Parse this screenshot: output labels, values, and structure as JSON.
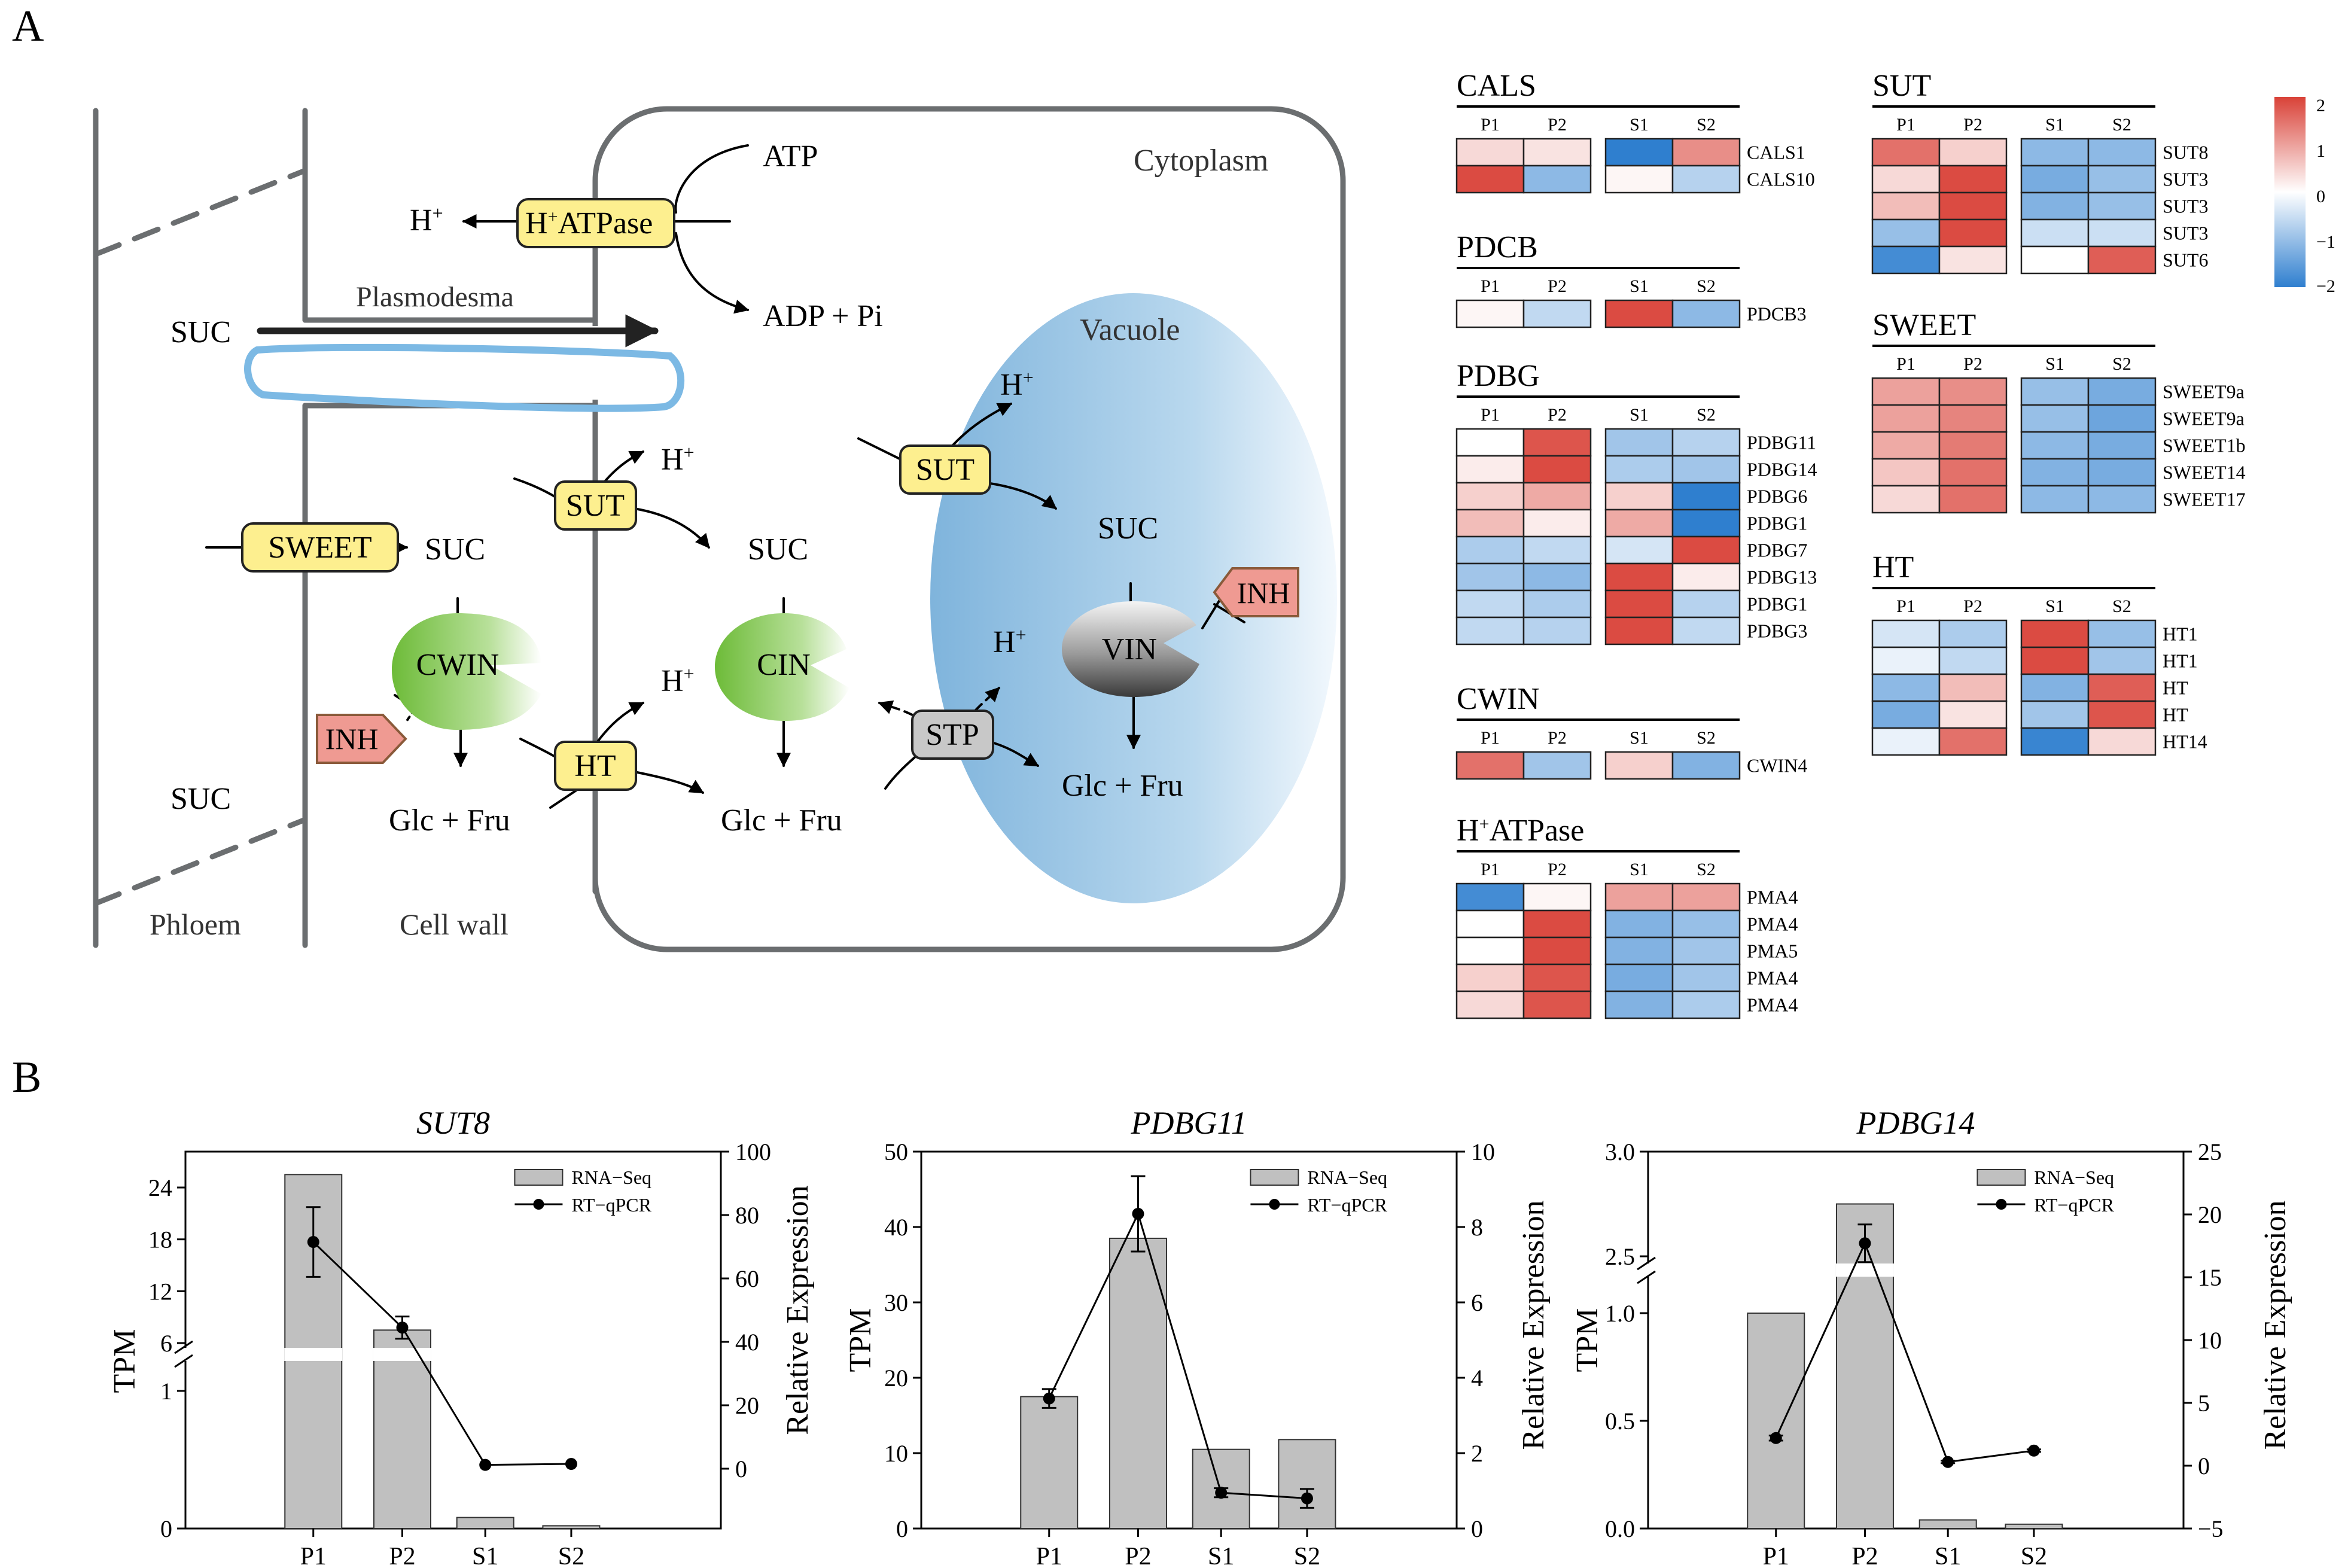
{
  "panel_labels": {
    "a": "A",
    "b": "B"
  },
  "pathway": {
    "compartments": {
      "cytoplasm": "Cytoplasm",
      "vacuole": "Vacuole",
      "plasmodesma": "Plasmodesma",
      "phloem": "Phloem",
      "cell_wall": "Cell wall"
    },
    "molecules": {
      "atp": "ATP",
      "adp_pi": "ADP + Pi",
      "h": "H",
      "plus": "+",
      "suc": "SUC",
      "glc_fru": "Glc + Fru"
    },
    "enzymes": {
      "hatpase_h": "H",
      "hatpase_plus": "+",
      "hatpase_rest": "ATPase",
      "sweet": "SWEET",
      "sut": "SUT",
      "ht": "HT",
      "stp": "STP",
      "cwin": "CWIN",
      "cin": "CIN",
      "vin": "VIN",
      "inh": "INH"
    },
    "colors": {
      "transporter_fill": "#fdef8f",
      "inhibitor_fill": "#ef9a92",
      "invertase_green": "#6fbf3a",
      "vacuole_blue": "#7fb6dc",
      "stp_fill": "#c8c8c8"
    }
  },
  "heatmaps": {
    "colorscale": {
      "low": "#2f7fcf",
      "mid": "#ffffff",
      "high": "#d94238",
      "ticks": [
        "2",
        "1",
        "0",
        "−1",
        "−2"
      ]
    },
    "columns": [
      "P1",
      "P2",
      "S1",
      "S2"
    ],
    "groups": [
      {
        "title": "CALS",
        "rows": [
          {
            "gene": "CALS1",
            "values": [
              0.4,
              0.3,
              -2.0,
              1.2
            ]
          },
          {
            "gene": "CALS10",
            "values": [
              1.9,
              -1.1,
              0.1,
              -0.7
            ]
          }
        ]
      },
      {
        "title": "PDCB",
        "rows": [
          {
            "gene": "PDCB3",
            "values": [
              0.1,
              -0.6,
              1.9,
              -1.1
            ]
          }
        ]
      },
      {
        "title": "PDBG",
        "rows": [
          {
            "gene": "PDBG11",
            "values": [
              0.0,
              1.8,
              -0.9,
              -0.7
            ]
          },
          {
            "gene": "PDBG14",
            "values": [
              0.2,
              1.9,
              -0.8,
              -0.9
            ]
          },
          {
            "gene": "PDBG6",
            "values": [
              0.5,
              0.9,
              0.5,
              -2.0
            ]
          },
          {
            "gene": "PDBG1",
            "values": [
              0.7,
              0.2,
              0.9,
              -2.0
            ]
          },
          {
            "gene": "PDBG7",
            "values": [
              -0.8,
              -0.6,
              -0.4,
              1.9
            ]
          },
          {
            "gene": "PDBG13",
            "values": [
              -0.9,
              -1.1,
              1.9,
              0.2
            ]
          },
          {
            "gene": "PDBG1",
            "values": [
              -0.6,
              -0.8,
              1.9,
              -0.7
            ]
          },
          {
            "gene": "PDBG3",
            "values": [
              -0.6,
              -0.7,
              1.9,
              -0.6
            ]
          }
        ]
      },
      {
        "title": "CWIN",
        "rows": [
          {
            "gene": "CWIN4",
            "values": [
              1.5,
              -0.9,
              0.5,
              -1.2
            ]
          }
        ]
      },
      {
        "title_main": "H",
        "title_sup": "+",
        "title_rest": "ATPase",
        "rows": [
          {
            "gene": "PMA4",
            "values": [
              -1.8,
              0.1,
              1.0,
              1.0
            ]
          },
          {
            "gene": "PMA4",
            "values": [
              0.0,
              1.9,
              -1.2,
              -1.0
            ]
          },
          {
            "gene": "PMA5",
            "values": [
              0.0,
              1.9,
              -1.2,
              -0.9
            ]
          },
          {
            "gene": "PMA4",
            "values": [
              0.5,
              1.8,
              -1.3,
              -0.9
            ]
          },
          {
            "gene": "PMA4",
            "values": [
              0.4,
              1.8,
              -1.2,
              -0.8
            ]
          }
        ]
      },
      {
        "title": "SUT",
        "rows": [
          {
            "gene": "SUT8",
            "values": [
              1.5,
              0.5,
              -1.1,
              -1.1
            ]
          },
          {
            "gene": "SUT3",
            "values": [
              0.4,
              1.9,
              -1.3,
              -1.0
            ]
          },
          {
            "gene": "SUT3",
            "values": [
              0.7,
              1.9,
              -1.2,
              -1.0
            ]
          },
          {
            "gene": "SUT3",
            "values": [
              -1.0,
              1.9,
              -0.5,
              -0.5
            ]
          },
          {
            "gene": "SUT6",
            "values": [
              -1.8,
              0.3,
              0.0,
              1.7
            ]
          }
        ]
      },
      {
        "title": "SWEET",
        "rows": [
          {
            "gene": "SWEET9a",
            "values": [
              1.0,
              1.2,
              -1.0,
              -1.3
            ]
          },
          {
            "gene": "SWEET9a",
            "values": [
              1.0,
              1.3,
              -1.0,
              -1.4
            ]
          },
          {
            "gene": "SWEET1b",
            "values": [
              0.9,
              1.4,
              -1.1,
              -1.3
            ]
          },
          {
            "gene": "SWEET14",
            "values": [
              0.6,
              1.5,
              -1.2,
              -1.3
            ]
          },
          {
            "gene": "SWEET17",
            "values": [
              0.4,
              1.5,
              -1.1,
              -1.1
            ]
          }
        ]
      },
      {
        "title": "HT",
        "rows": [
          {
            "gene": "HT1",
            "values": [
              -0.4,
              -0.8,
              1.9,
              -1.0
            ]
          },
          {
            "gene": "HT1",
            "values": [
              -0.2,
              -0.6,
              1.9,
              -0.9
            ]
          },
          {
            "gene": "HT",
            "values": [
              -1.1,
              0.7,
              -1.2,
              1.7
            ]
          },
          {
            "gene": "HT",
            "values": [
              -1.3,
              0.3,
              -0.9,
              1.8
            ]
          },
          {
            "gene": "HT14",
            "values": [
              -0.2,
              1.5,
              -1.9,
              0.4
            ]
          }
        ]
      }
    ]
  },
  "bar_panels": {
    "legend": {
      "rna": "RNA−Seq",
      "qpcr": "RT−qPCR"
    },
    "ylabel_left": "TPM",
    "ylabel_right": "Relative Expression"
  },
  "chart_data": [
    {
      "type": "bar",
      "title": "SUT8",
      "categories": [
        "P1",
        "P2",
        "S1",
        "S2"
      ],
      "ylabel": "TPM",
      "y2label": "Relative Expression",
      "broken_axis": true,
      "lower_ticks": [
        "0",
        "1"
      ],
      "upper_ticks": [
        "6",
        "12",
        "18",
        "24"
      ],
      "right_ticks": [
        "0",
        "20",
        "40",
        "60",
        "80",
        "100"
      ],
      "series": [
        {
          "name": "RNA−Seq",
          "values": [
            25.5,
            7.5,
            0.08,
            0.02
          ]
        },
        {
          "name": "RT−qPCR",
          "values": [
            71.5,
            44.5,
            1.2,
            1.5
          ],
          "errors": [
            11,
            3.5,
            0,
            0
          ]
        }
      ]
    },
    {
      "type": "bar",
      "title": "PDBG11",
      "categories": [
        "P1",
        "P2",
        "S1",
        "S2"
      ],
      "ylabel": "TPM",
      "y2label": "Relative Expression",
      "ylim": [
        0,
        50
      ],
      "y2lim": [
        0,
        10
      ],
      "left_ticks": [
        "0",
        "10",
        "20",
        "30",
        "40",
        "50"
      ],
      "right_ticks": [
        "0",
        "2",
        "4",
        "6",
        "8",
        "10"
      ],
      "series": [
        {
          "name": "RNA−Seq",
          "values": [
            17.5,
            38.5,
            10.5,
            11.8
          ]
        },
        {
          "name": "RT−qPCR",
          "values": [
            3.45,
            8.35,
            0.95,
            0.8
          ],
          "errors": [
            0.25,
            1.0,
            0.12,
            0.25
          ]
        }
      ]
    },
    {
      "type": "bar",
      "title": "PDBG14",
      "categories": [
        "P1",
        "P2",
        "S1",
        "S2"
      ],
      "ylabel": "TPM",
      "y2label": "Relative Expression",
      "broken_axis": true,
      "lower_ticks": [
        "0.0",
        "0.5",
        "1.0"
      ],
      "upper_ticks": [
        "2.5",
        "3.0"
      ],
      "right_ticks": [
        "−5",
        "0",
        "5",
        "10",
        "15",
        "20",
        "25"
      ],
      "y2lim": [
        -5,
        25
      ],
      "series": [
        {
          "name": "RNA−Seq",
          "values": [
            1.0,
            2.75,
            0.04,
            0.02
          ]
        },
        {
          "name": "RT−qPCR",
          "values": [
            2.2,
            17.7,
            0.3,
            1.2
          ],
          "errors": [
            0.2,
            1.5,
            0.1,
            0.1
          ]
        }
      ]
    }
  ]
}
